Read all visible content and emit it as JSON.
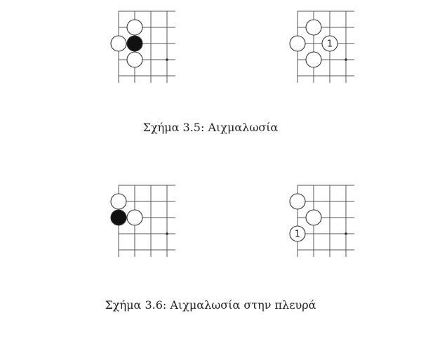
{
  "boards": [
    {
      "id": "b1",
      "stones": [
        {
          "c": 1,
          "r": 1,
          "color": "white"
        },
        {
          "c": 0,
          "r": 2,
          "color": "white"
        },
        {
          "c": 1,
          "r": 2,
          "color": "black"
        },
        {
          "c": 1,
          "r": 3,
          "color": "white"
        }
      ],
      "star": {
        "c": 3,
        "r": 3
      }
    },
    {
      "id": "b2",
      "stones": [
        {
          "c": 1,
          "r": 1,
          "color": "white"
        },
        {
          "c": 0,
          "r": 2,
          "color": "white"
        },
        {
          "c": 2,
          "r": 2,
          "color": "white",
          "label": "1"
        },
        {
          "c": 1,
          "r": 3,
          "color": "white"
        }
      ],
      "star": {
        "c": 3,
        "r": 3
      }
    },
    {
      "id": "b3",
      "stones": [
        {
          "c": 0,
          "r": 1,
          "color": "white"
        },
        {
          "c": 0,
          "r": 2,
          "color": "black"
        },
        {
          "c": 1,
          "r": 2,
          "color": "white"
        }
      ],
      "star": {
        "c": 3,
        "r": 3
      }
    },
    {
      "id": "b4",
      "stones": [
        {
          "c": 0,
          "r": 1,
          "color": "white"
        },
        {
          "c": 1,
          "r": 2,
          "color": "white"
        },
        {
          "c": 0,
          "r": 3,
          "color": "white",
          "label": "1"
        }
      ],
      "star": {
        "c": 3,
        "r": 3
      }
    }
  ],
  "captions": {
    "fig35": "Σχήμα 3.5: Αιχμαλωσία",
    "fig36": "Σχήμα 3.6: Αιχμαλωσία στην πλευρά"
  }
}
